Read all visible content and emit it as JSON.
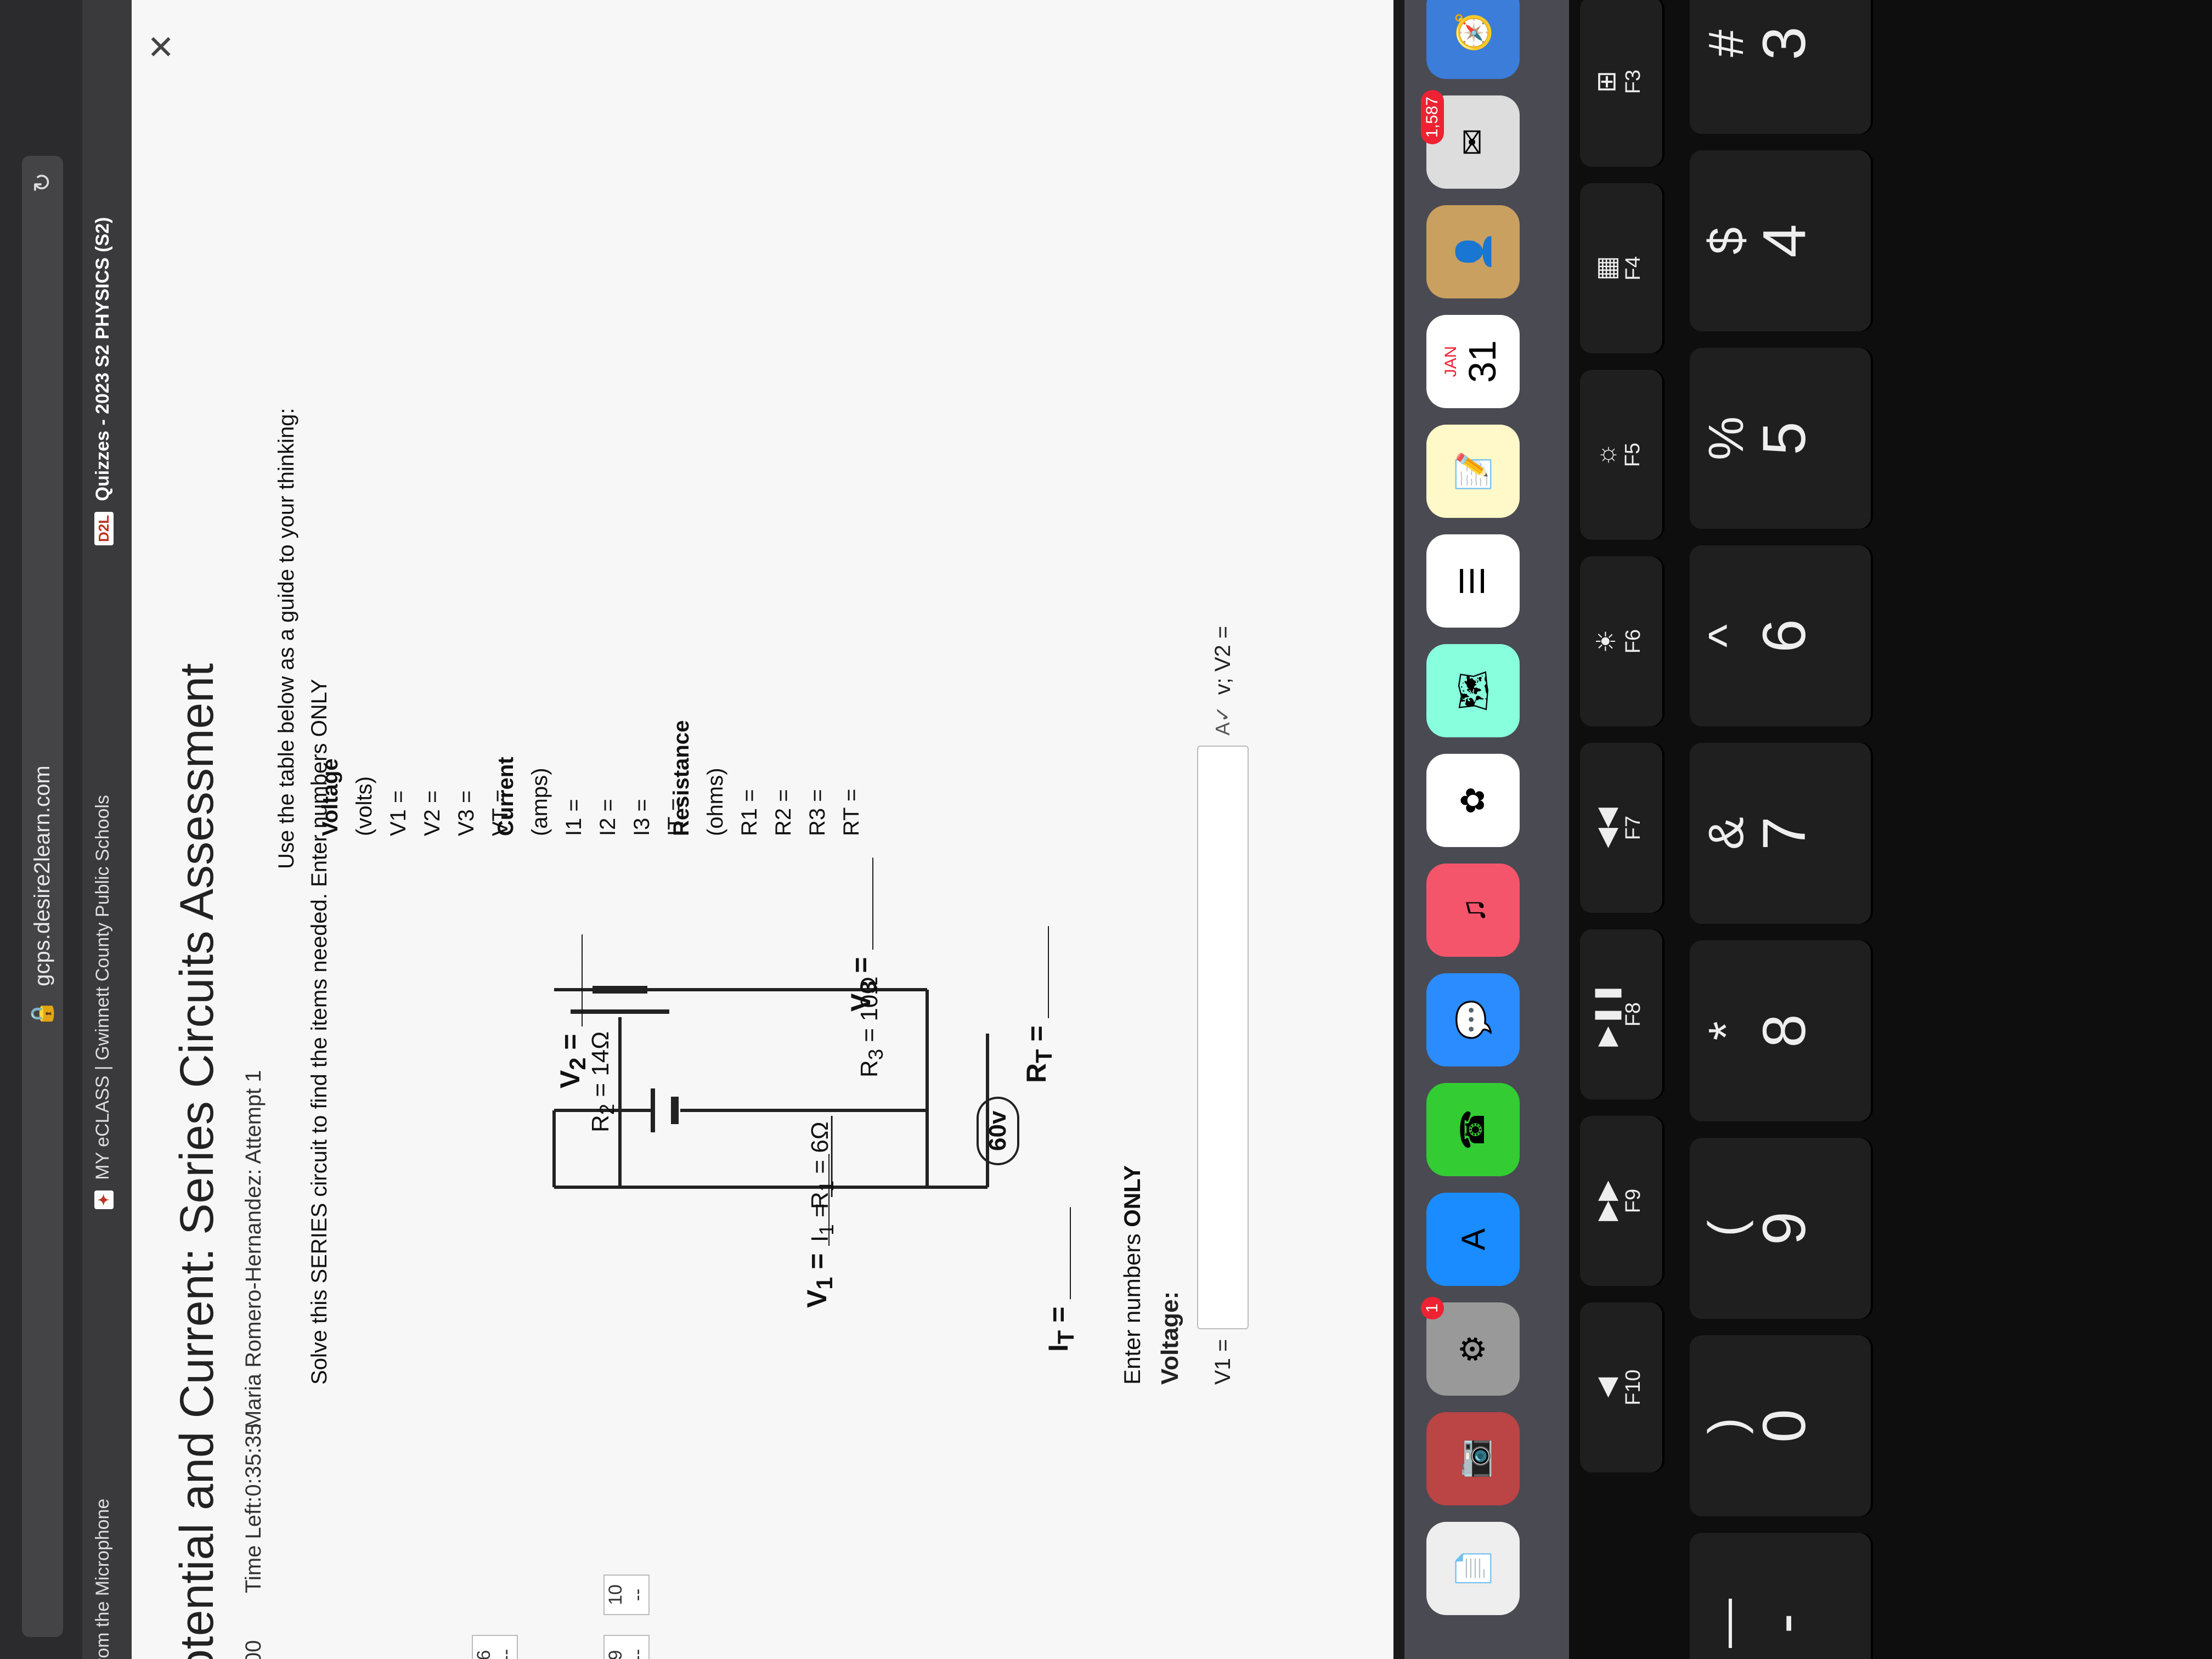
{
  "browser": {
    "url": "gcps.desire2learn.com",
    "tabs": [
      {
        "label": "rom the Microphone"
      },
      {
        "label": "MY eCLASS | Gwinnett County Public Schools"
      },
      {
        "label": "Quizzes - 2023 S2 PHYSICS (S2)"
      }
    ],
    "d2l_badge": "D2L"
  },
  "quiz": {
    "title": "otential and Current: Series Circuits Assessment",
    "prefix": "00",
    "time_left": "Time Left:0:35:35",
    "student": "Maria Romero-Hernandez: Attempt 1",
    "nav_numbers": [
      "6",
      "9",
      "10"
    ],
    "nav_placeholder": "--",
    "question": "Solve this SERIES circuit to find the items needed. Enter numbers ONLY"
  },
  "circuit": {
    "battery": "60v",
    "it_label": "I",
    "it_sub": "T",
    "rt_label": "R",
    "rt_sub": "T",
    "v1": "V",
    "v1_sub": "1",
    "i1": "I",
    "i1_sub": "1",
    "r1": "R",
    "r1_sub": "1",
    "r1_value": " = 6Ω",
    "r2": "R",
    "r2_sub": "2",
    "r2_value": " = 14Ω",
    "v2": "V",
    "v2_sub": "2",
    "r3": "R",
    "r3_sub": "3",
    "r3_value": " = 10Ω",
    "v3": "V",
    "v3_sub": "3",
    "equals": " ="
  },
  "guide": {
    "intro": "Use the table below as a guide to your thinking:",
    "columns": [
      {
        "header": "Voltage",
        "unit": "(volts)",
        "rows": [
          "V1 =",
          "V2 =",
          "V3 =",
          "VT ="
        ]
      },
      {
        "header": "Current",
        "unit": "(amps)",
        "rows": [
          "I1 =",
          "I2 =",
          "I3 =",
          "IT ="
        ]
      },
      {
        "header": "Resistance",
        "unit": "(ohms)",
        "rows": [
          "R1 =",
          "R2 =",
          "R3 =",
          "RT ="
        ]
      }
    ]
  },
  "answer": {
    "note_prefix": "Enter numbers ",
    "note_bold": "ONLY",
    "section": "Voltage:",
    "v1_label": "V1 =",
    "units_hint": "v; V2 ="
  },
  "dock": {
    "mail_badge": "1,587",
    "calendar_month": "JAN",
    "calendar_day": "31",
    "settings_badge": "1"
  },
  "keyboard": {
    "fkeys": [
      "F3",
      "F4",
      "F5",
      "F6",
      "F7",
      "F8",
      "F9",
      "F10"
    ],
    "number_keys": [
      {
        "sym": "#",
        "num": "3"
      },
      {
        "sym": "$",
        "num": "4"
      },
      {
        "sym": "%",
        "num": "5"
      },
      {
        "sym": "^",
        "num": "6"
      },
      {
        "sym": "&",
        "num": "7"
      },
      {
        "sym": "*",
        "num": "8"
      },
      {
        "sym": "(",
        "num": "9"
      },
      {
        "sym": ")",
        "num": "0"
      },
      {
        "sym": "—",
        "num": "-"
      }
    ]
  }
}
